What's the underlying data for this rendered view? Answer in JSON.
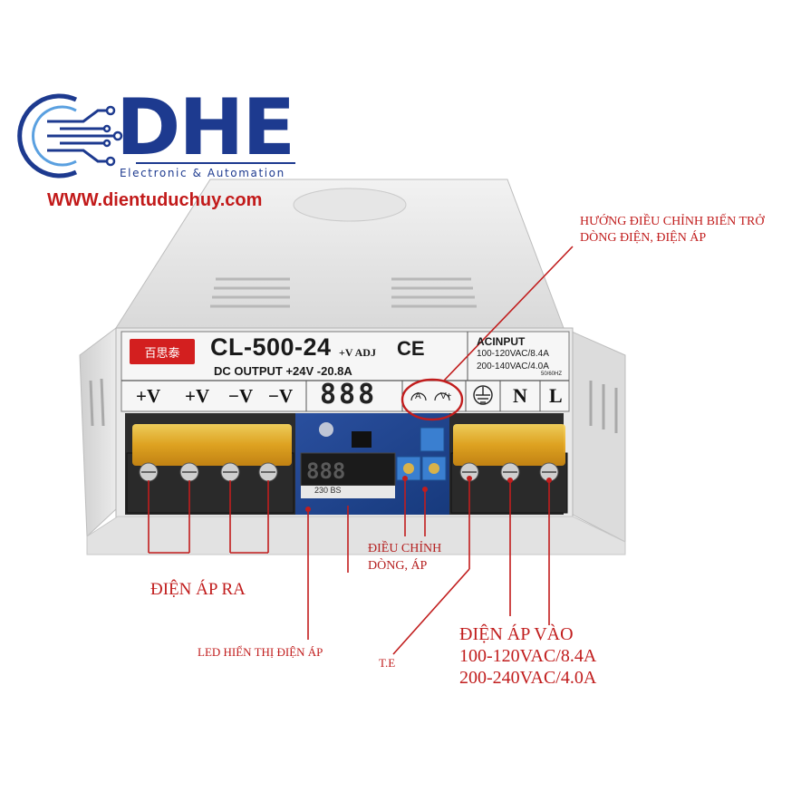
{
  "logo": {
    "letters": "DHE",
    "subtitle": "Electronic & Automation",
    "website": "WWW.dientuduchuy.com",
    "color": "#1d3a8f"
  },
  "product_label": {
    "brand": "百思泰",
    "model": "CL-500-24",
    "model_suffix": "+V ADJ",
    "ce_mark": "CE",
    "dc_output": "DC OUTPUT  +24V -20.8A",
    "ac_input_title": "ACINPUT",
    "ac_input_line1": "100-120VAC/8.4A",
    "ac_input_line2": "200-140VAC/4.0A",
    "frequency": "50/60HZ",
    "terminals_out": [
      "+V",
      "+V",
      "−V",
      "−V"
    ],
    "display_digits": "888",
    "pot_a_label": "A",
    "pot_v_label": "V+",
    "terminal_n": "N",
    "terminal_l": "L",
    "board_marking": "230 BS"
  },
  "annotations": {
    "adjust_direction_line1": "HƯỚNG ĐIỀU CHỈNH BIẾN TRỞ",
    "adjust_direction_line2": "DÒNG ĐIỆN, ĐIỆN ÁP",
    "adjust_line1": "ĐIỀU CHỈNH",
    "adjust_line2": "DÒNG, ÁP",
    "output_voltage": "ĐIỆN ÁP RA",
    "led_display": "LED HIỂN THỊ ĐIỆN ÁP",
    "te": "T.E",
    "input_voltage": "ĐIỆN ÁP VÀO",
    "input_spec1": "100-120VAC/8.4A",
    "input_spec2": "200-240VAC/4.0A",
    "color": "#c11d1d"
  }
}
